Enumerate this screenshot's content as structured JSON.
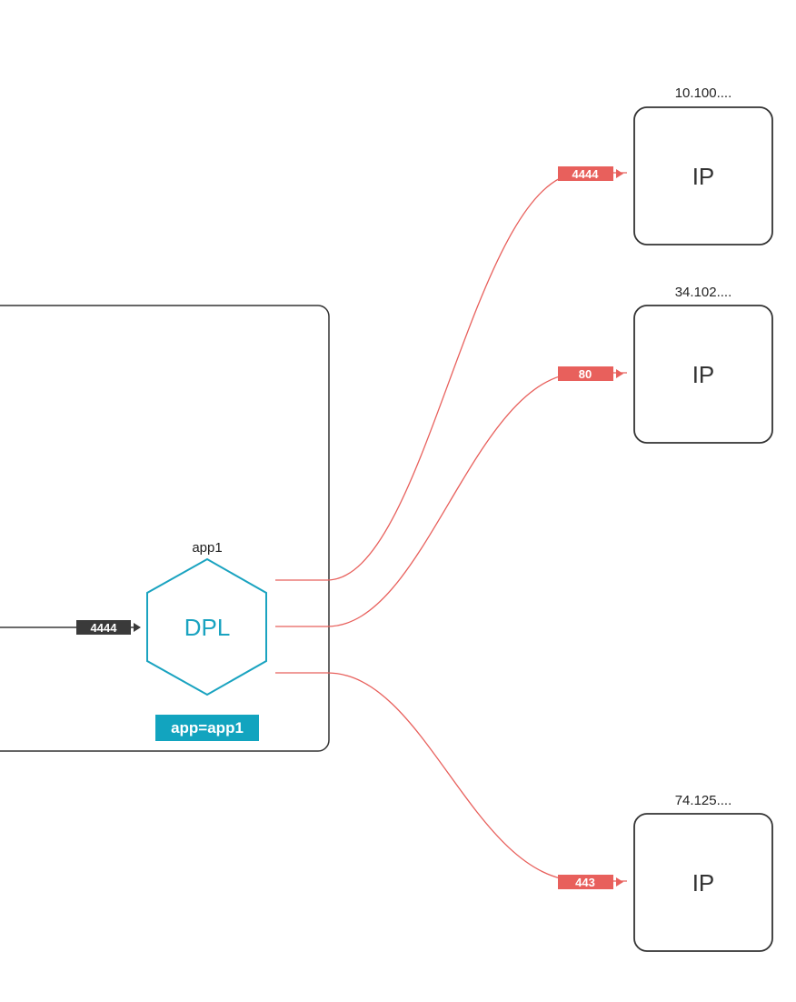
{
  "colors": {
    "egress": "#e8605c",
    "ingress": "#3a3a3a",
    "deployment": "#1aa3c0",
    "border": "#333333",
    "label_bg": "#12a4bf"
  },
  "namespace_box": {},
  "deployment": {
    "name": "app1",
    "kind_label": "DPL",
    "selector_label": "app=app1"
  },
  "ingress": {
    "port": "4444"
  },
  "ip_nodes": [
    {
      "address": "10.100....",
      "label": "IP",
      "port": "4444"
    },
    {
      "address": "34.102....",
      "label": "IP",
      "port": "80"
    },
    {
      "address": "74.125....",
      "label": "IP",
      "port": "443"
    }
  ]
}
